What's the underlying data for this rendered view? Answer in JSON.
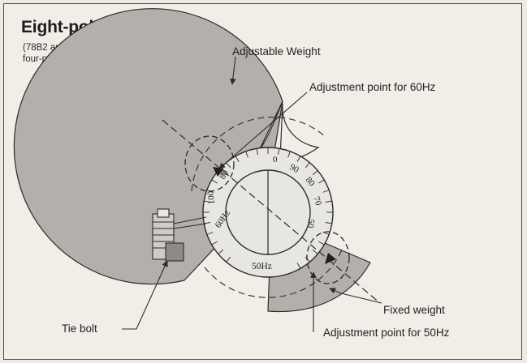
{
  "title": "Eight-pole Models",
  "note": "(78B2 and 158B12 are the same as four-pole models)",
  "labels": {
    "adjustable_weight": "Adjustable Weight",
    "adj_60": "Adjustment point for 60Hz",
    "adj_50": "Adjustment point for 50Hz",
    "fixed_weight": "Fixed weight",
    "tie_bolt": "Tie bolt"
  },
  "scale": {
    "tick_0": "0",
    "tick_90": "90",
    "tick_80r": "80",
    "tick_70": "70",
    "tick_50r": "50",
    "tick_80l": "80",
    "tick_100": "100",
    "hz60": "60Hz",
    "hz50": "50Hz"
  },
  "colors": {
    "weight_fill": "#b3b0ab",
    "ring_fill": "#e8e6e1",
    "line": "#2b2b2b",
    "background": "#f1eee8"
  }
}
